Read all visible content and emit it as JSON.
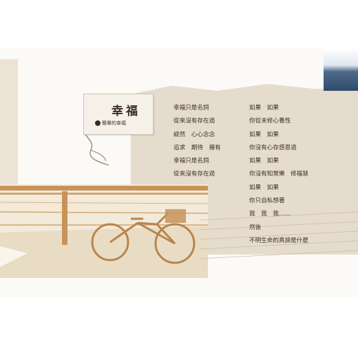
{
  "tag": {
    "title": "幸福",
    "subtitle": "簡單的幸福"
  },
  "poem": {
    "column1": [
      "幸福只是名詞",
      "從來沒有存在過",
      "縱然　心心念念",
      "追求　期待　擁有",
      "幸福只是名詞",
      "從來沒有存在過"
    ],
    "column2": [
      "如果　如果",
      "你從未修心養性",
      "如果　如果",
      "你沒有心存感恩過",
      "如果　如果",
      "你沒有知常樂　修福慧",
      "如果　如果",
      "你只自私想著",
      "我　我　我……",
      "然後",
      "不明生命的真諦是什麼"
    ]
  },
  "colors": {
    "paper": "#e6dccd",
    "sepia": "#c8935a",
    "text": "#3b2f27"
  }
}
